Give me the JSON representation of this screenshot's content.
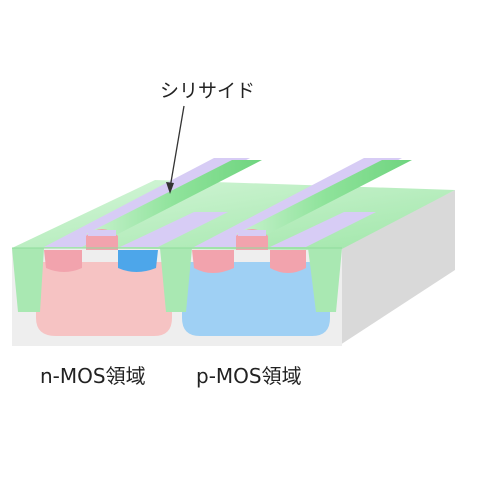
{
  "labels": {
    "callout": "シリサイド",
    "nmos_region": "n-MOS領域",
    "pmos_region": "p-MOS領域"
  },
  "colors": {
    "isolation_oxide": "#bdeec3",
    "isolation_oxide_edge": "#8fdc9c",
    "substrate_front": "#eeeeee",
    "substrate_side": "#d9d9d9",
    "n_well": "#f6c3c3",
    "p_well": "#9fd0f4",
    "n_source_drain": "#f2a3ad",
    "p_source_drain": "#4da6ea",
    "silicide": "#d7ccf5",
    "gate_spacer": "#9fe6a8",
    "arrow": "#333333"
  }
}
